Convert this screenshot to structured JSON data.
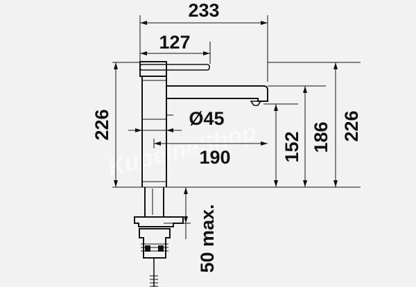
{
  "dimensions": {
    "overall_reach": "233",
    "lever_reach": "127",
    "body_diameter": "Ø45",
    "spout_to_hole": "190",
    "total_height_left": "226",
    "total_height_right": "226",
    "clearance_height": "152",
    "spout_height": "186",
    "max_counter_thickness": "50 max."
  },
  "watermark_text": "KupelneShop",
  "colors": {
    "background": "#f2f2f2",
    "line": "#111111"
  }
}
